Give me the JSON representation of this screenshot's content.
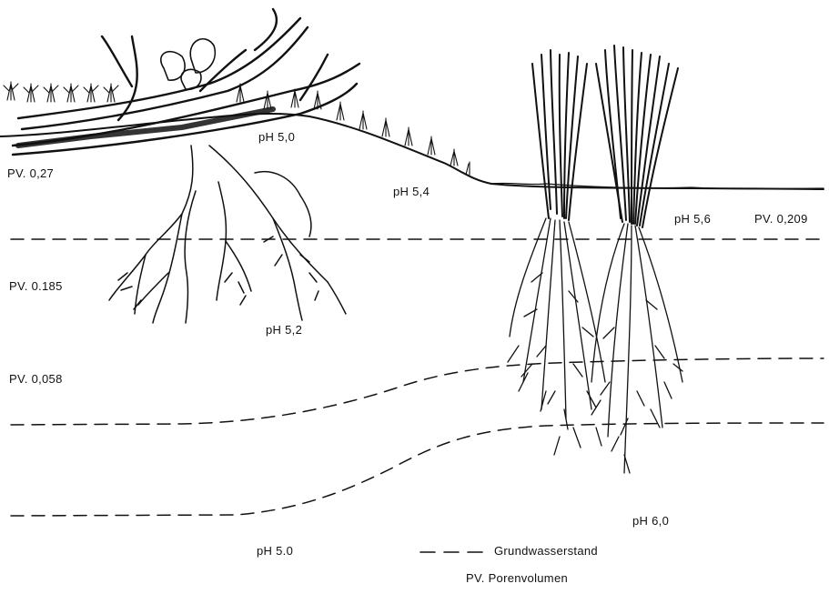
{
  "labels": {
    "ph_50_top": "pH 5,0",
    "ph_54": "pH 5,4",
    "ph_56": "pH 5,6",
    "ph_52": "pH 5,2",
    "ph_60": "pH 6,0",
    "ph_50_bottom": "pH 5.0",
    "pv_027": "PV. 0,27",
    "pv_0185": "PV. 0.185",
    "pv_0058": "PV. 0,058",
    "pv_0209": "PV. 0,209"
  },
  "legend": {
    "groundwater": "Grundwasserstand",
    "pore_volume": "PV. Porenvolumen"
  }
}
